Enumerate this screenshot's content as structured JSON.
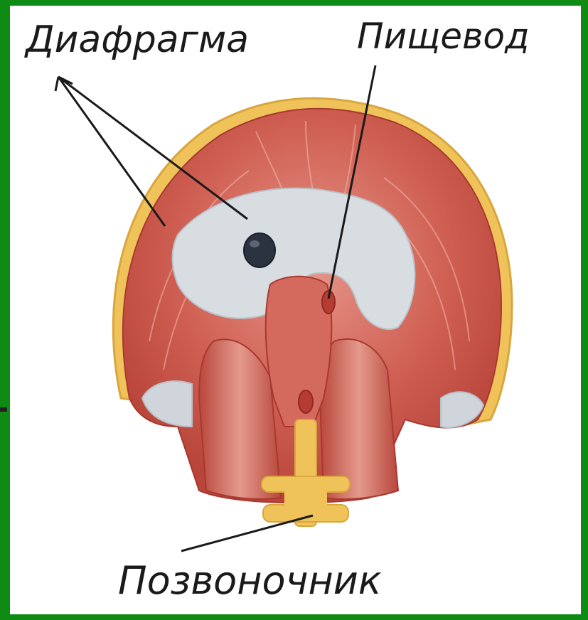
{
  "labels": {
    "diaphragm": "Диафрагма",
    "esophagus": "Пищевод",
    "spine": "Позвоночник"
  },
  "colors": {
    "frame": "#0f8a12",
    "muscle": "#c9564a",
    "muscle_light": "#e08a7a",
    "tendon": "#d8dde2",
    "bone": "#f0c35a",
    "opening": "#2c3340",
    "leader_line": "#1a1a1a"
  },
  "icons": {
    "illustration": "diaphragm-anatomy-drawing"
  }
}
